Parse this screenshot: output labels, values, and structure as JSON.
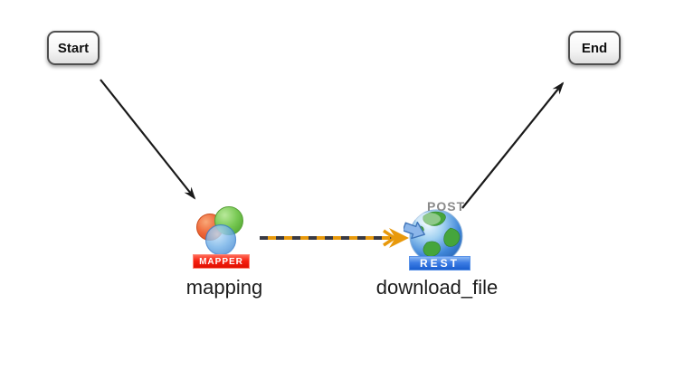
{
  "diagram": {
    "nodes": {
      "start": {
        "label": "Start"
      },
      "end": {
        "label": "End"
      },
      "mapping": {
        "label": "mapping",
        "badge": "MAPPER",
        "badge_color": "#f01800",
        "icon": "venn-circles-icon"
      },
      "download_file": {
        "label": "download_file",
        "badge": "REST",
        "badge_color": "#1e63d0",
        "method": "POST",
        "icon": "globe-icon"
      }
    },
    "edges": [
      {
        "from": "Start",
        "to": "mapping",
        "style": "solid",
        "color": "#1a1a1a"
      },
      {
        "from": "mapping",
        "to": "download_file",
        "style": "dashed",
        "dash_colors": [
          "#e8990b",
          "#3a3a42"
        ],
        "arrowhead_color": "#e8990b"
      },
      {
        "from": "download_file",
        "to": "End",
        "style": "solid",
        "color": "#1a1a1a"
      }
    ]
  }
}
